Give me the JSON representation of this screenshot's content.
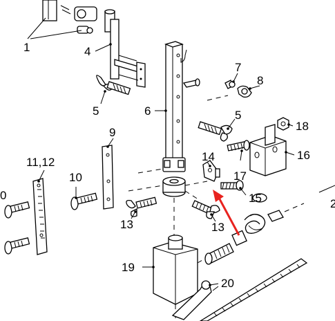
{
  "callouts": {
    "c1": "1",
    "c2_partial": "2",
    "c4": "4",
    "c5a": "5",
    "c5b": "5",
    "c6": "6",
    "c7": "7",
    "c8": "8",
    "c9": "9",
    "c10_partial": "0",
    "c10": "10",
    "c11_12": "11,12",
    "c13a": "13",
    "c13b": "13",
    "c14": "14",
    "c15": "15",
    "c16": "16",
    "c17": "17",
    "c18": "18",
    "c19": "19",
    "c20": "20"
  },
  "colors": {
    "line": "#000000",
    "background": "#ffffff",
    "arrow": "#e8231f"
  }
}
